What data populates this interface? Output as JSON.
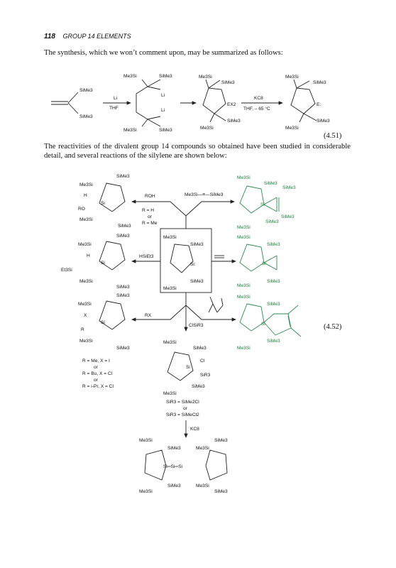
{
  "header": {
    "page_number": "118",
    "running_title": "GROUP 14 ELEMENTS"
  },
  "intro_text": "The synthesis, which we won’t comment upon, may be summarized as follows:",
  "eq1": {
    "number": "(4.51)",
    "reagents": {
      "li": "Li",
      "thf": "THF",
      "kc8": "KC8",
      "cond": "THF, – 65 °C"
    },
    "labels": {
      "me3si": "Me3Si",
      "sime3": "SiMe3",
      "li_atom": "Li",
      "ex2": "EX2",
      "e_atom": "E:"
    }
  },
  "reactivity_text": "The reactivities of the divalent group 14 compounds so obtained have been studied in considerable detail, and several reactions of the silylene are shown below:",
  "eq2": {
    "number": "(4.52)",
    "reagents": {
      "roh": "ROH",
      "r_h": "R = H",
      "or": "or",
      "r_me": "R = Me",
      "disilyne": "Me3Si—≡—SiMe3",
      "hsiet3": "HSiEt3",
      "rx": "RX",
      "clsir3": "ClSiR3",
      "kc8": "KC8"
    },
    "conditions": {
      "line1": "R = Me, X = I",
      "line2": "or",
      "line3": "R = Bu, X = Cl",
      "line4": "or",
      "line5": "R = i-Pr, X = Cl",
      "sir3_a": "SiR3 = SiMe2Cl",
      "sir3_or": "or",
      "sir3_b": "SiR3 = SiMeCl2"
    },
    "atoms": {
      "me3si": "Me3Si",
      "sime3": "SiMe3",
      "si": "Si",
      "si_dot": "Si:",
      "h": "H",
      "ro": "RO",
      "et3si": "Et3Si",
      "x": "X",
      "r": "R",
      "cl": "Cl",
      "sir3": "SiR3",
      "disilene": "Si═Si═Si"
    }
  }
}
